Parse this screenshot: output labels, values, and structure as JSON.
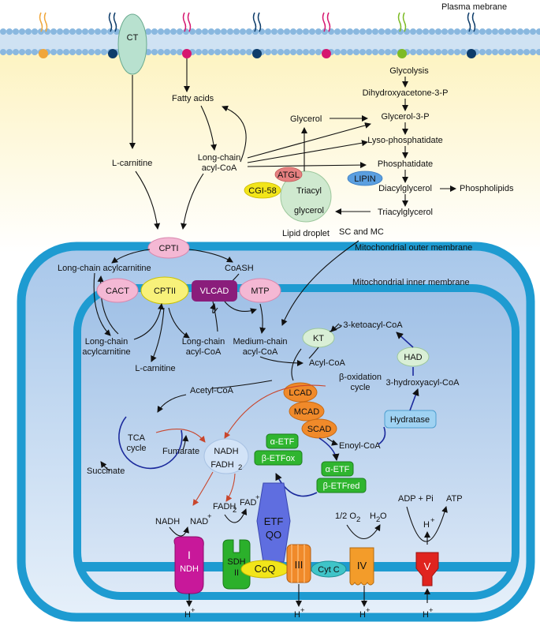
{
  "labels": {
    "plasma_membrane": "Plasma mebrane",
    "ct": "CT",
    "fatty_acids": "Fatty acids",
    "l_carnitine_top": "L-carnitine",
    "long_chain_acyl_coa_1": "Long-chain",
    "long_chain_acyl_coa_2": "acyl-CoA",
    "glycerol": "Glycerol",
    "glycolysis": "Glycolysis",
    "dhap": "Dihydroxyacetone-3-P",
    "glycerol_3p": "Glycerol-3-P",
    "lyso": "Lyso-phosphatidate",
    "phosphatidate": "Phosphatidate",
    "lipin": "LIPIN",
    "diacylglycerol": "Diacylglycerol",
    "phospholipids": "Phospholipids",
    "triacylglycerol": "Triacylglycerol",
    "atgl": "ATGL",
    "cgi58": "CGI-58",
    "ld_line1": "Triacyl",
    "ld_line2": "glycerol",
    "lipid_droplet": "Lipid droplet",
    "sc_mc": "SC and MC",
    "cpti": "CPTI",
    "mito_outer": "Mitochondrial outer membrane",
    "lc_acylcarnitine_outer": "Long-chain acylcarnitine",
    "coash": "CoASH",
    "mito_inner": "Mitochondrial inner membrane",
    "cact": "CACT",
    "cptii": "CPTII",
    "vlcad": "VLCAD",
    "mtp": "MTP",
    "lc_acylcarnitine_in_1": "Long-chain",
    "lc_acylcarnitine_in_2": "acylcarnitine",
    "l_carnitine_in": "L-carnitine",
    "lc_acyl_coa_in_1": "Long-chain",
    "lc_acyl_coa_in_2": "acyl-CoA",
    "mc_acyl_coa_1": "Medium-chain",
    "mc_acyl_coa_2": "acyl-CoA",
    "kt": "KT",
    "ketoacyl": "3-ketoacyl-CoA",
    "had": "HAD",
    "hydroxyacyl": "3-hydroxyacyl-CoA",
    "acyl_coa": "Acyl-CoA",
    "beta_ox_1": "β-oxidation",
    "beta_ox_2": "cycle",
    "acetyl_coa": "Acetyl-CoA",
    "lcad": "LCAD",
    "mcad": "MCAD",
    "scad": "SCAD",
    "hydratase": "Hydratase",
    "enoyl_coa": "Enoyl-CoA",
    "tca_1": "TCA",
    "tca_2": "cycle",
    "fumarate": "Fumarate",
    "succinate": "Succinate",
    "nadh_center": "NADH",
    "fadh2_center": "FADH",
    "alpha_etf_top": "α-ETF",
    "beta_etfox": "β-ETFox",
    "alpha_etf_bottom": "α-ETF",
    "beta_etfred": "β-ETFred",
    "etf_qo_1": "ETF",
    "etf_qo_2": "QO",
    "nadh_left": "NADH",
    "nad_plus": "NAD",
    "fadh2_left": "FADH",
    "fad_plus": "FAD",
    "half_o2": "1/2 O",
    "h2o": "H",
    "adp_pi": "ADP + Pi",
    "atp": "ATP",
    "complex_i": "I",
    "ndh": "NDH",
    "sdh": "SDH",
    "complex_ii": "II",
    "coq": "CoQ",
    "complex_iii": "III",
    "cyt_c": "Cyt C",
    "complex_iv": "IV",
    "complex_v": "V",
    "h_plus": "H",
    "sub2": "2",
    "sup_plus": "+",
    "sup_o": "O"
  },
  "colors": {
    "membrane_band": "#cfe2f3",
    "membrane_bead": "#8ab8df",
    "cytoplasm": "#fdf7d2",
    "mito_fill": "#b9d3ee",
    "mito_border": "#1e9bd1",
    "matrix_fill": "#a8c6e8",
    "ct_fill": "#b8e1cf",
    "pink_enzyme": "#f4b8d4",
    "cptii_fill": "#f8f17a",
    "vlcad_fill": "#8a1d7b",
    "orange_enzyme": "#f08a2a",
    "green_etf": "#2fb52f",
    "etf_qo": "#5f6ee0",
    "complex_i": "#c8189a",
    "complex_ii": "#2bb02b",
    "coq": "#f2e51a",
    "complex_iii": "#f08a2a",
    "cyt_c": "#3fc4c8",
    "complex_iv": "#f39c2a",
    "complex_v": "#e0241f",
    "lipin": "#5b9fe0",
    "atgl": "#e68080",
    "cgi58": "#f2e51a",
    "lipid_droplet": "#cfe9cf",
    "kt_had": "#d9efd6",
    "nadh_bubble": "#d2e3f7",
    "hydratase": "#9fd2f2"
  }
}
